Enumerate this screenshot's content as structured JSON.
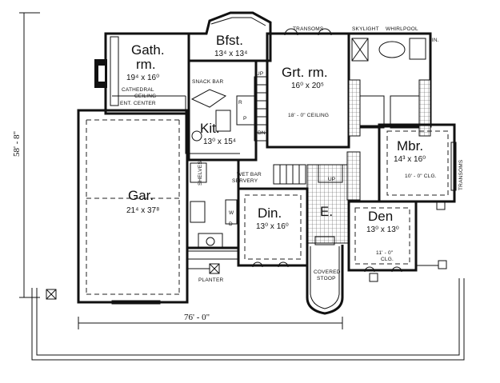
{
  "rooms": {
    "gathering": {
      "name": "Gath.",
      "name2": "rm.",
      "size": "19⁴ x 16⁰"
    },
    "breakfast": {
      "name": "Bfst.",
      "size": "13⁴ x 13⁴"
    },
    "great": {
      "name": "Grt. rm.",
      "size": "16⁰ x 20⁵"
    },
    "kitchen": {
      "name": "Kit.",
      "size": "13⁰ x 15⁴"
    },
    "master": {
      "name": "Mbr.",
      "size": "14³ x 16⁰"
    },
    "garage": {
      "name": "Gar.",
      "size": "21⁴ x 37⁸"
    },
    "dining": {
      "name": "Din.",
      "size": "13⁰ x 16⁰"
    },
    "entry": {
      "name": "E."
    },
    "den": {
      "name": "Den",
      "size": "13⁰ x 13⁰"
    }
  },
  "notes": {
    "transoms_top": "TRANSOMS",
    "skylight": "SKYLIGHT",
    "whirlpool": "WHIRLPOOL",
    "lin": "LIN.",
    "snack_bar": "SNACK BAR",
    "cathedral": "CATHEDRAL",
    "ceiling": "CEILING",
    "ent_center": "ENT. CENTER",
    "great_ceiling": "18' - 0\" CEILING",
    "mbr_clg": "10' - 0\" CLG.",
    "transoms_side": "TRANSOMS",
    "wet_bar": "WET BAR",
    "servery": "SERVERY",
    "shelves": "SHELVES",
    "up_stair": "UP",
    "dn_stair": "DN",
    "up_entry": "UP",
    "den_clg": "11' - 0\"",
    "den_clg2": "CLG.",
    "covered": "COVERED",
    "stoop": "STOOP",
    "planter": "PLANTER",
    "r_label": "R",
    "p_label": "P",
    "w_label": "W",
    "d_label": "D"
  },
  "dimensions": {
    "width": "76' - 0\"",
    "depth": "58' - 8\""
  }
}
